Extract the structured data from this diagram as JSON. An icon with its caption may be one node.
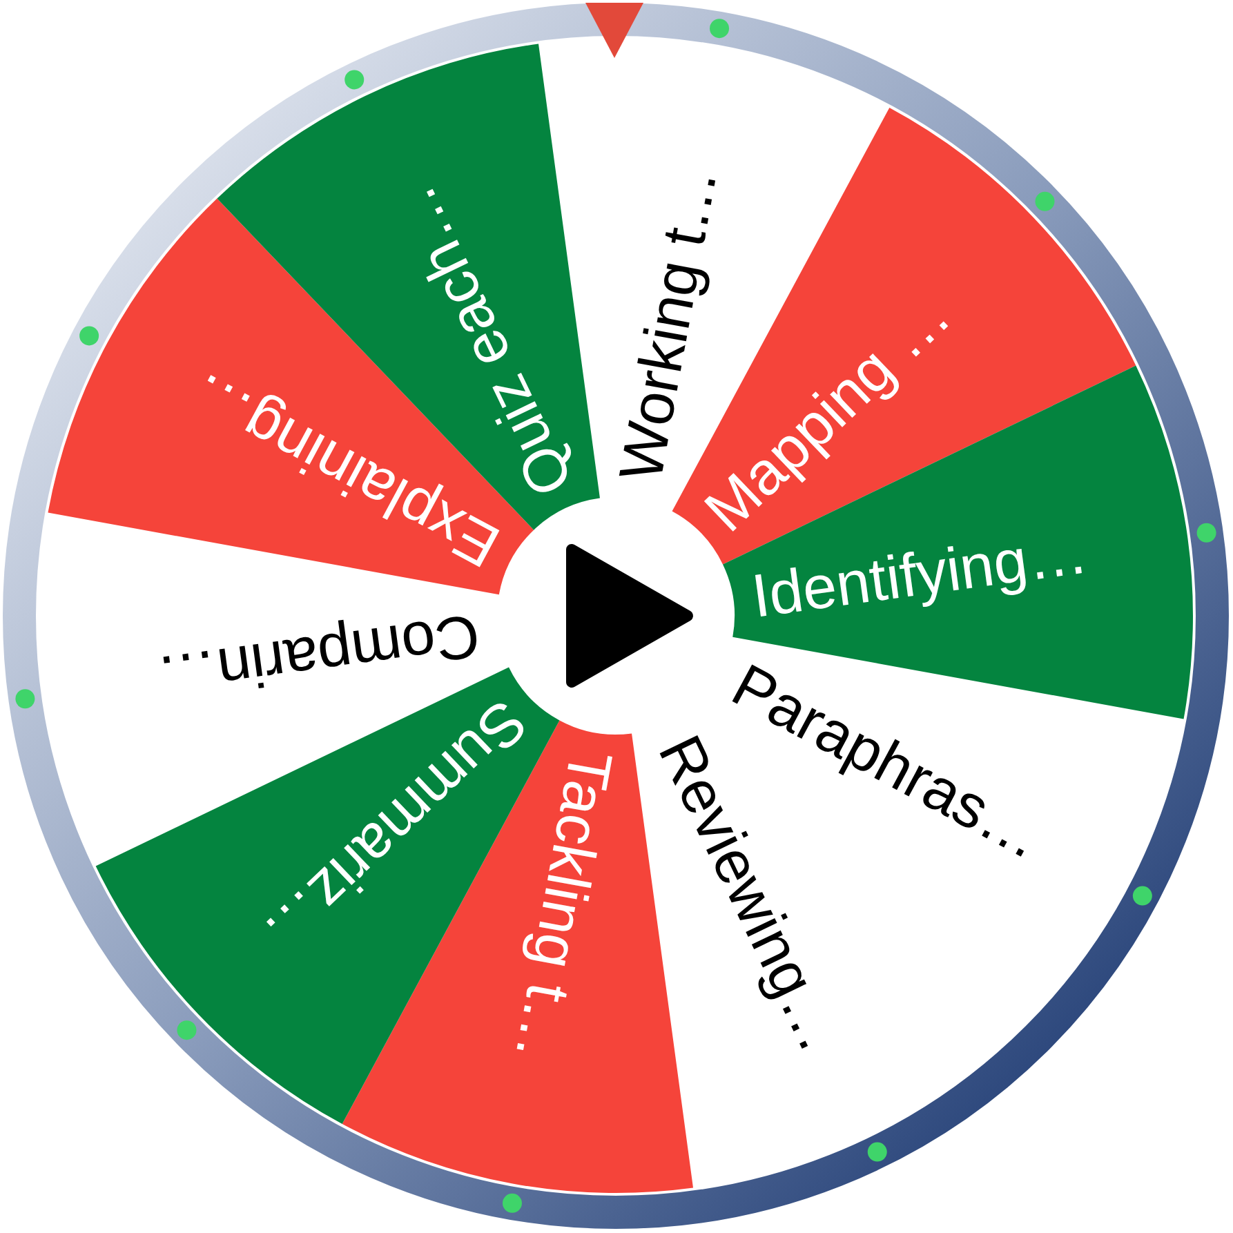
{
  "diagram": {
    "nodes": [
      {
        "text": [
          "Working t…"
        ]
      },
      {
        "text": [
          "Mapping …"
        ]
      },
      {
        "text": [
          "Identifying…"
        ]
      },
      {
        "text": [
          "Paraphras…"
        ]
      },
      {
        "text": [
          "Reviewing…"
        ]
      },
      {
        "text": [
          "Tackling t…"
        ]
      },
      {
        "text": [
          "Summariz…"
        ]
      },
      {
        "text": [
          "Comparin…"
        ]
      },
      {
        "text": [
          "Explaining…"
        ]
      },
      {
        "text": [
          "Quiz each…"
        ]
      }
    ]
  }
}
